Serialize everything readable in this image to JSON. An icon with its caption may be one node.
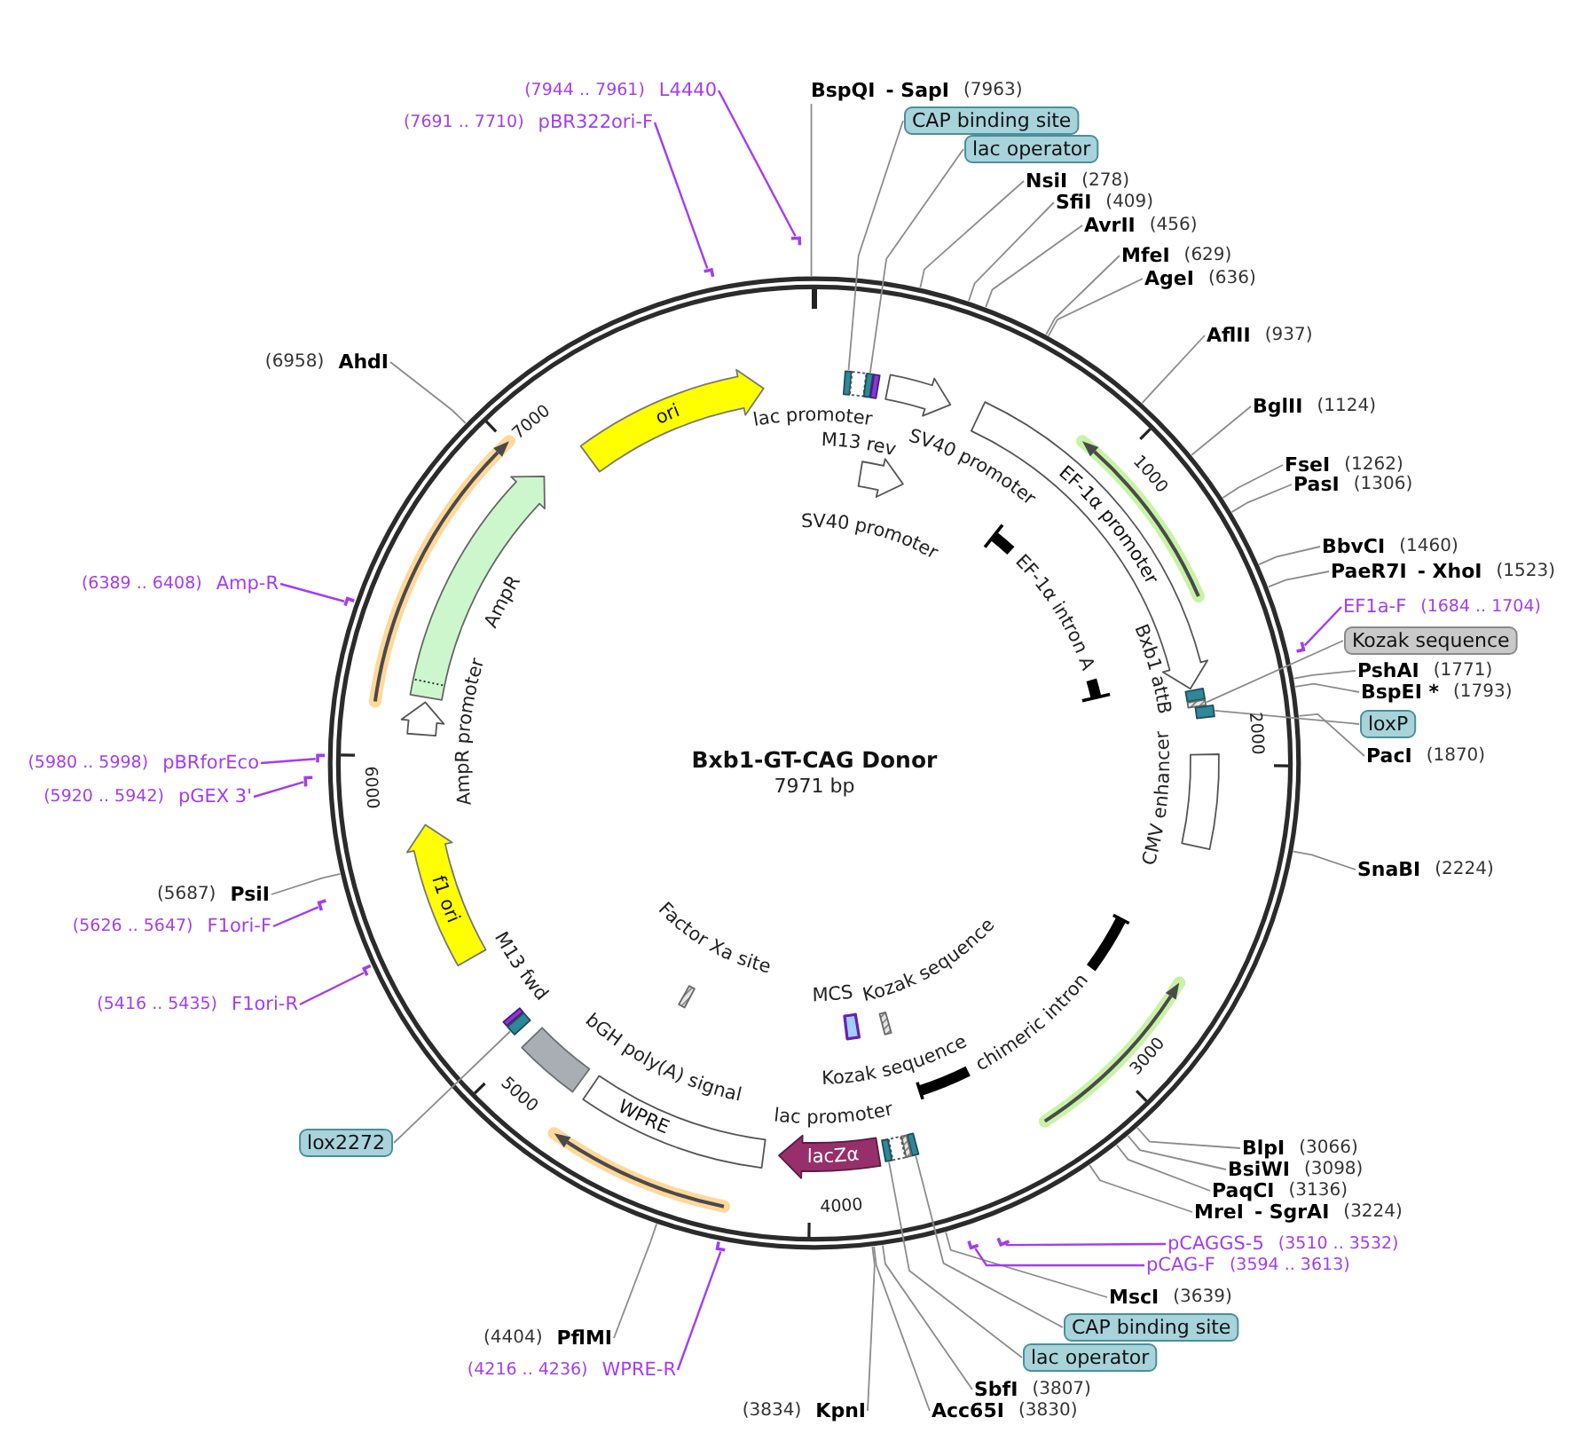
{
  "diagram": {
    "title": "Bxb1-GT-CAG Donor",
    "nodes": [
      {
        "text": [],
        "shape": "box"
      },
      {
        "text": [],
        "shape": "box"
      },
      {
        "text": [],
        "shape": "box"
      },
      {
        "text": [],
        "shape": "box"
      },
      {
        "text": [],
        "shape": "arrow"
      },
      {
        "text": [],
        "shape": "arrow",
        "beside": [
          "SV40 promoter"
        ]
      },
      {
        "text": [
          "EF-1α promoter"
        ]
      },
      {
        "text": [
          "EF-1α intron A"
        ]
      },
      {
        "text": [],
        "shape": "box"
      },
      {
        "text": [],
        "shape": "bar"
      },
      {
        "text": [],
        "shape": "box"
      },
      {
        "text": [],
        "shape": "box",
        "beside": [
          "CMV enhancer"
        ]
      },
      {
        "text": [
          "chimeric intron"
        ]
      },
      {
        "text": [],
        "shape": "bar"
      },
      {
        "text": [],
        "shape": "box"
      },
      {
        "text": [],
        "shape": "bar"
      },
      {
        "text": [],
        "shape": "box",
        "beside": [
          "lac promoter"
        ]
      },
      {
        "text": [],
        "shape": "box"
      },
      {
        "text": [],
        "shape": "box",
        "beside": [
          "MCS"
        ]
      },
      {
        "text": [
          "lacZα"
        ]
      },
      {
        "text": [
          "WPRE"
        ]
      },
      {
        "text": [],
        "shape": "bar",
        "beside": [
          "Factor Xa site"
        ]
      },
      {
        "text": [],
        "shape": "box"
      },
      {
        "text": [],
        "shape": "box"
      },
      {
        "text": [],
        "shape": "box",
        "beside": [
          "M13 fwd"
        ]
      },
      {
        "text": [
          "f1 ori"
        ]
      },
      {
        "text": [],
        "shape": "arrow",
        "beside": [
          "AmpR promoter"
        ]
      },
      {
        "text": [],
        "shape": "arrow",
        "beside": [
          "AmpR"
        ]
      },
      {
        "text": [
          "ori"
        ]
      },
      {
        "text": [
          "CAP binding site"
        ]
      },
      {
        "text": [
          "lac operator"
        ]
      },
      {
        "text": [
          "Kozak sequence"
        ]
      },
      {
        "text": [
          "loxP"
        ]
      },
      {
        "text": [
          "CAP binding site"
        ]
      },
      {
        "text": [
          "lac operator"
        ]
      },
      {
        "text": [
          "lox2272"
        ]
      },
      {
        "text": [
          "BspQI",
          "- SapI",
          "(7963)"
        ]
      },
      {
        "text": [
          "NsiI",
          "(278)"
        ]
      },
      {
        "text": [
          "SfiI",
          "(409)"
        ]
      },
      {
        "text": [
          "AvrII",
          "(456)"
        ]
      },
      {
        "text": [
          "MfeI",
          "(629)"
        ]
      },
      {
        "text": [
          "AgeI",
          "(636)"
        ]
      },
      {
        "text": [
          "AflII",
          "(937)"
        ]
      },
      {
        "text": [
          "BglII",
          "(1124)"
        ]
      },
      {
        "text": [
          "FseI",
          "(1262)"
        ]
      },
      {
        "text": [
          "PasI",
          "(1306)"
        ]
      },
      {
        "text": [
          "BbvCI",
          "(1460)"
        ]
      },
      {
        "text": [
          "PaeR7I",
          "- XhoI",
          "(1523)"
        ]
      },
      {
        "text": [
          "PshAI",
          "(1771)"
        ]
      },
      {
        "text": [
          "BspEI *",
          "(1793)"
        ]
      },
      {
        "text": [
          "PacI",
          "(1870)"
        ]
      },
      {
        "text": [
          "SnaBI",
          "(2224)"
        ]
      },
      {
        "text": [
          "BlpI",
          "(3066)"
        ]
      },
      {
        "text": [
          "BsiWI",
          "(3098)"
        ]
      },
      {
        "text": [
          "PaqCI",
          "(3136)"
        ]
      },
      {
        "text": [
          "MreI",
          "- SgrAI",
          "(3224)"
        ]
      },
      {
        "text": [
          "MscI",
          "(3639)"
        ]
      },
      {
        "text": [
          "SbfI",
          "(3807)"
        ]
      },
      {
        "text": [
          "Acc65I",
          "(3830)"
        ]
      },
      {
        "text": [
          "(3834)",
          "KpnI"
        ]
      },
      {
        "text": [
          "(4404)",
          "PflMI"
        ]
      },
      {
        "text": [
          "(5687)",
          "PsiI"
        ]
      },
      {
        "text": [
          "(6958)",
          "AhdI"
        ]
      },
      {
        "text": [
          "EF1a-F",
          "(1684 .. 1704)"
        ]
      },
      {
        "text": [],
        "shape": "bar"
      },
      {
        "text": [
          "pCAGGS-5",
          "(3510 .. 3532)"
        ]
      },
      {
        "text": [],
        "shape": "bar"
      },
      {
        "text": [
          "pCAG-F",
          "(3594 .. 3613)"
        ]
      },
      {
        "text": [],
        "shape": "bar"
      },
      {
        "text": [
          "(4216 .. 4236)",
          "WPRE-R"
        ]
      },
      {
        "text": [],
        "shape": "bar"
      },
      {
        "text": [
          "(5416 .. 5435)",
          "F1ori-R"
        ]
      },
      {
        "text": [],
        "shape": "bar"
      },
      {
        "text": [
          "(5626 .. 5647)",
          "F1ori-F"
        ]
      },
      {
        "text": [],
        "shape": "bar"
      },
      {
        "text": [
          "(5920 .. 5942)",
          "pGEX 3'"
        ]
      },
      {
        "text": [],
        "shape": "bar"
      },
      {
        "text": [
          "(5980 .. 5998)",
          "pBRforEco"
        ]
      },
      {
        "text": [],
        "shape": "bar"
      },
      {
        "text": [
          "(6389 .. 6408)",
          "Amp-R"
        ]
      },
      {
        "text": [],
        "shape": "bar"
      },
      {
        "text": [
          "(7691 .. 7710)",
          "pBR322ori-F"
        ]
      },
      {
        "text": [],
        "shape": "bar"
      },
      {
        "text": [
          "(7944 .. 7961)",
          "L4440"
        ]
      },
      {
        "text": [],
        "shape": "bar"
      }
    ],
    "edges": [
      {
        "from": 29,
        "to": 0,
        "arrow": "none"
      },
      {
        "from": 30,
        "to": 2,
        "arrow": "none"
      },
      {
        "from": 31,
        "to": 9,
        "arrow": "none"
      },
      {
        "from": 32,
        "to": 10,
        "arrow": "none"
      },
      {
        "from": 33,
        "to": 14,
        "arrow": "none"
      },
      {
        "from": 34,
        "to": 17,
        "arrow": "none"
      },
      {
        "from": 35,
        "to": 23,
        "arrow": "none"
      },
      {
        "from": 36,
        "to": null,
        "arrow": "none"
      },
      {
        "from": 37,
        "to": null,
        "arrow": "none"
      },
      {
        "from": 38,
        "to": null,
        "arrow": "none"
      },
      {
        "from": 39,
        "to": null,
        "arrow": "none"
      },
      {
        "from": 40,
        "to": null,
        "arrow": "none"
      },
      {
        "from": 41,
        "to": null,
        "arrow": "none"
      },
      {
        "from": 42,
        "to": null,
        "arrow": "none"
      },
      {
        "from": 43,
        "to": null,
        "arrow": "none"
      },
      {
        "from": 44,
        "to": null,
        "arrow": "none"
      },
      {
        "from": 45,
        "to": null,
        "arrow": "none"
      },
      {
        "from": 46,
        "to": null,
        "arrow": "none"
      },
      {
        "from": 47,
        "to": null,
        "arrow": "none"
      },
      {
        "from": 48,
        "to": null,
        "arrow": "none"
      },
      {
        "from": 49,
        "to": null,
        "arrow": "none"
      },
      {
        "from": 50,
        "to": null,
        "arrow": "none"
      },
      {
        "from": 51,
        "to": null,
        "arrow": "none"
      },
      {
        "from": 52,
        "to": null,
        "arrow": "none"
      },
      {
        "from": 53,
        "to": null,
        "arrow": "none"
      },
      {
        "from": 54,
        "to": null,
        "arrow": "none"
      },
      {
        "from": 55,
        "to": null,
        "arrow": "none"
      },
      {
        "from": 56,
        "to": null,
        "arrow": "none"
      },
      {
        "from": 57,
        "to": null,
        "arrow": "none"
      },
      {
        "from": 58,
        "to": null,
        "arrow": "none"
      },
      {
        "from": 59,
        "to": null,
        "arrow": "none"
      },
      {
        "from": 60,
        "to": null,
        "arrow": "none"
      },
      {
        "from": 61,
        "to": null,
        "arrow": "none"
      },
      {
        "from": 62,
        "to": null,
        "arrow": "none"
      },
      {
        "from": 63,
        "to": 64,
        "arrow": "none",
        "color": "#a33df0"
      },
      {
        "from": 65,
        "to": 66,
        "arrow": "none",
        "color": "#a33df0"
      },
      {
        "from": 67,
        "to": 68,
        "arrow": "none",
        "color": "#a33df0"
      },
      {
        "from": 69,
        "to": 70,
        "arrow": "none",
        "color": "#a33df0"
      },
      {
        "from": 71,
        "to": 72,
        "arrow": "none",
        "color": "#a33df0"
      },
      {
        "from": 73,
        "to": 74,
        "arrow": "none",
        "color": "#a33df0"
      },
      {
        "from": 75,
        "to": 76,
        "arrow": "none",
        "color": "#a33df0"
      },
      {
        "from": 77,
        "to": 78,
        "arrow": "none",
        "color": "#a33df0"
      },
      {
        "from": 79,
        "to": 80,
        "arrow": "none",
        "color": "#a33df0"
      },
      {
        "from": 81,
        "to": 82,
        "arrow": "none",
        "color": "#a33df0"
      },
      {
        "from": 83,
        "to": 84,
        "arrow": "none",
        "color": "#a33df0"
      }
    ],
    "labels": [
      "7971 bp",
      "1000",
      "2000",
      "3000",
      "4000",
      "5000",
      "6000",
      "7000",
      "lac promoter",
      "M13 rev",
      "SV40 promoter",
      "Bxb1 attB",
      "Kozak sequence",
      "Kozak sequence",
      "bGH poly(A) signal"
    ]
  }
}
